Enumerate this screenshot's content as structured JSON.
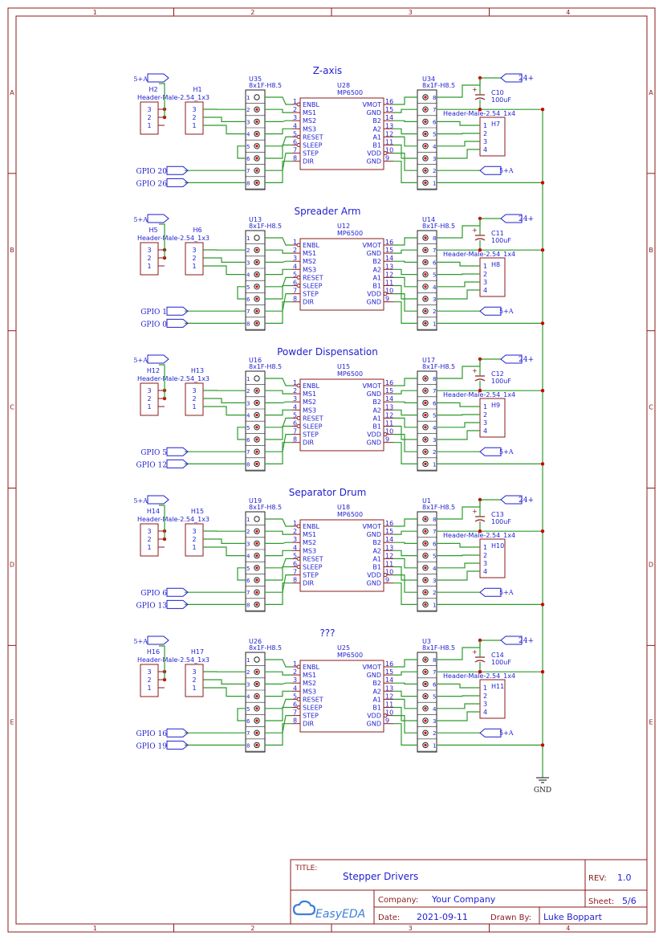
{
  "colors": {
    "frame": "#8b1a1a",
    "wire": "#2e9a2e",
    "label_blue": "#1f1fcf",
    "pin_red": "#cc0000",
    "net_label": "#1f1fcf"
  },
  "frame": {
    "columns": [
      "1",
      "2",
      "3",
      "4"
    ],
    "rows": [
      "A",
      "B",
      "C",
      "D",
      "E"
    ]
  },
  "sections": [
    {
      "title": "Z-axis",
      "driver": {
        "ref": "U28",
        "value": "MP6500"
      },
      "left_header": {
        "ref": "U35",
        "value": "8x1F-H8.5"
      },
      "right_header": {
        "ref": "U34",
        "value": "8x1F-H8.5"
      },
      "cap": {
        "ref": "C10",
        "value": "100uF"
      },
      "motor_header": {
        "ref": "H7",
        "value": "Header-Male-2.54_1x4"
      },
      "jumper_a": {
        "ref": "H2",
        "value": "Header-Male-2.54_1x3"
      },
      "jumper_b": {
        "ref": "H1",
        "value": ""
      },
      "gpio": [
        "GPIO 20",
        "GPIO 26"
      ]
    },
    {
      "title": "Spreader Arm",
      "driver": {
        "ref": "U12",
        "value": "MP6500"
      },
      "left_header": {
        "ref": "U13",
        "value": "8x1F-H8.5"
      },
      "right_header": {
        "ref": "U14",
        "value": "8x1F-H8.5"
      },
      "cap": {
        "ref": "C11",
        "value": "100uF"
      },
      "motor_header": {
        "ref": "H8",
        "value": "Header-Male-2.54_1x4"
      },
      "jumper_a": {
        "ref": "H5",
        "value": "Header-Male-2.54_1x3"
      },
      "jumper_b": {
        "ref": "H6",
        "value": ""
      },
      "gpio": [
        "GPIO 1",
        "GPIO 0"
      ]
    },
    {
      "title": "Powder Dispensation",
      "driver": {
        "ref": "U15",
        "value": "MP6500"
      },
      "left_header": {
        "ref": "U16",
        "value": "8x1F-H8.5"
      },
      "right_header": {
        "ref": "U17",
        "value": "8x1F-H8.5"
      },
      "cap": {
        "ref": "C12",
        "value": "100uF"
      },
      "motor_header": {
        "ref": "H9",
        "value": "Header-Male-2.54_1x4"
      },
      "jumper_a": {
        "ref": "H12",
        "value": "Header-Male-2.54_1x3"
      },
      "jumper_b": {
        "ref": "H13",
        "value": ""
      },
      "gpio": [
        "GPIO 5",
        "GPIO 12"
      ]
    },
    {
      "title": "Separator Drum",
      "driver": {
        "ref": "U18",
        "value": "MP6500"
      },
      "left_header": {
        "ref": "U19",
        "value": "8x1F-H8.5"
      },
      "right_header": {
        "ref": "U1",
        "value": "8x1F-H8.5"
      },
      "cap": {
        "ref": "C13",
        "value": "100uF"
      },
      "motor_header": {
        "ref": "H10",
        "value": "Header-Male-2.54_1x4"
      },
      "jumper_a": {
        "ref": "H14",
        "value": "Header-Male-2.54_1x3"
      },
      "jumper_b": {
        "ref": "H15",
        "value": ""
      },
      "gpio": [
        "GPIO 6",
        "GPIO 13"
      ]
    },
    {
      "title": "???",
      "driver": {
        "ref": "U25",
        "value": "MP6500"
      },
      "left_header": {
        "ref": "U26",
        "value": "8x1F-H8.5"
      },
      "right_header": {
        "ref": "U3",
        "value": "8x1F-H8.5"
      },
      "cap": {
        "ref": "C14",
        "value": "100uF"
      },
      "motor_header": {
        "ref": "H11",
        "value": "Header-Male-2.54_1x4"
      },
      "jumper_a": {
        "ref": "H16",
        "value": "Header-Male-2.54_1x3"
      },
      "jumper_b": {
        "ref": "H17",
        "value": ""
      },
      "gpio": [
        "GPIO 16",
        "GPIO 19"
      ]
    }
  ],
  "driver_pins_left": [
    "ENBL",
    "MS1",
    "MS2",
    "MS3",
    "RESET",
    "SLEEP",
    "STEP",
    "DIR"
  ],
  "driver_pins_right": [
    "VMOT",
    "GND",
    "B2",
    "A2",
    "A1",
    "B1",
    "VDD",
    "GND"
  ],
  "driver_pin_nums_left": [
    "1",
    "2",
    "3",
    "4",
    "5",
    "6",
    "7",
    "8"
  ],
  "driver_pin_nums_right": [
    "16",
    "15",
    "14",
    "13",
    "12",
    "11",
    "10",
    "9"
  ],
  "nets": {
    "vmot": "24+",
    "logic": "5+A",
    "ground": "GND"
  },
  "title_block": {
    "title_label": "TITLE:",
    "title": "Stepper Drivers",
    "rev_label": "REV:",
    "rev": "1.0",
    "company_label": "Company:",
    "company": "Your Company",
    "sheet_label": "Sheet:",
    "sheet": "5/6",
    "date_label": "Date:",
    "date": "2021-09-11",
    "drawn_label": "Drawn By:",
    "drawn_by": "Luke Boppart",
    "logo": "EasyEDA"
  }
}
